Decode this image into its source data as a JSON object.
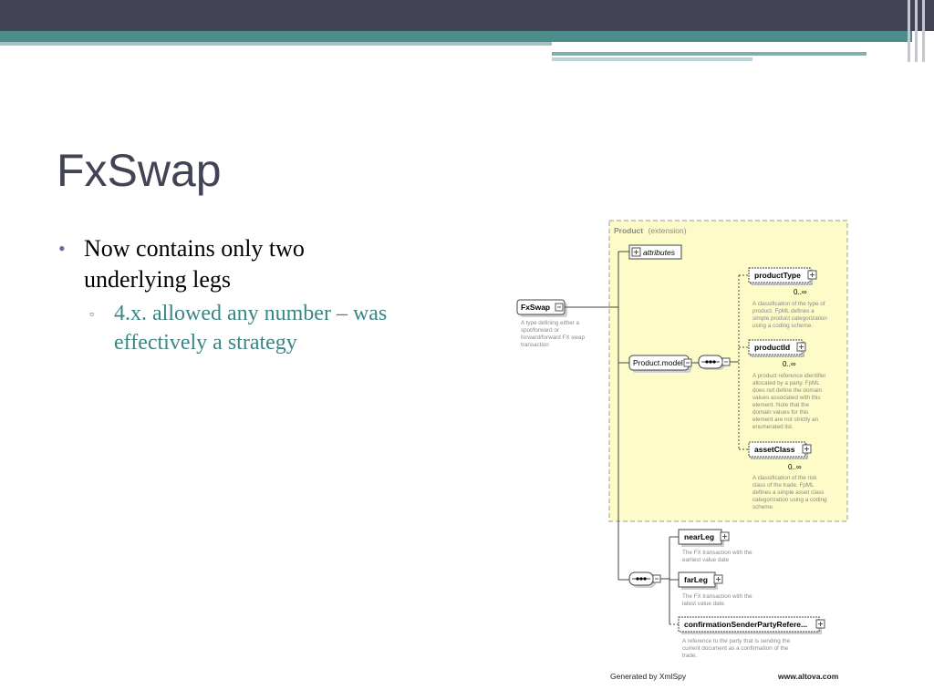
{
  "slide": {
    "title": "FxSwap",
    "bullets": [
      {
        "text": "Now contains only two underlying legs",
        "marker": "•"
      },
      {
        "text": "4.x. allowed any number – was effectively a strategy",
        "marker": "▫"
      }
    ]
  },
  "diagram": {
    "root": {
      "label": "FxSwap",
      "desc": [
        "A type defining either a",
        "spot/forward or",
        "forward/forward FX swap",
        "transaction"
      ]
    },
    "extension": {
      "label": "Product",
      "suffix": "(extension)"
    },
    "attributes_label": "attributes",
    "model_label": "Product.model",
    "elements": [
      {
        "label": "productType",
        "card": "0..∞",
        "desc": [
          "A classification of the type of",
          "product. FpML defines a",
          "simple product categorization",
          "using a coding scheme."
        ]
      },
      {
        "label": "productId",
        "card": "0..∞",
        "desc": [
          "A product reference identifier",
          "allocated by a party. FpML",
          "does not define the domain",
          "values associated with this",
          "element. Note that the",
          "domain values for this",
          "element are not strictly an",
          "enumerated list."
        ]
      },
      {
        "label": "assetClass",
        "card": "0..∞",
        "desc": [
          "A classification of the risk",
          "class of the trade. FpML",
          "defines a simple asset class",
          "categorization using a coding",
          "scheme."
        ]
      }
    ],
    "legs": [
      {
        "label": "nearLeg",
        "desc": [
          "The FX transaction with the",
          "earliest value date"
        ]
      },
      {
        "label": "farLeg",
        "desc": [
          "The FX transaction with the",
          "latest value date."
        ]
      },
      {
        "label": "confirmationSenderPartyRefere...",
        "desc": [
          "A reference to the party that is sending the",
          "current document as a confirmation of the",
          "trade."
        ]
      }
    ],
    "footer_left": "Generated by XmlSpy",
    "footer_right": "www.altova.com"
  },
  "colors": {
    "header": "#424456",
    "teal": "#4e8b8b",
    "bullet": "#7b5ea7",
    "sub_bullet": "#3d8585",
    "extension_fill": "#fdfbc8"
  }
}
